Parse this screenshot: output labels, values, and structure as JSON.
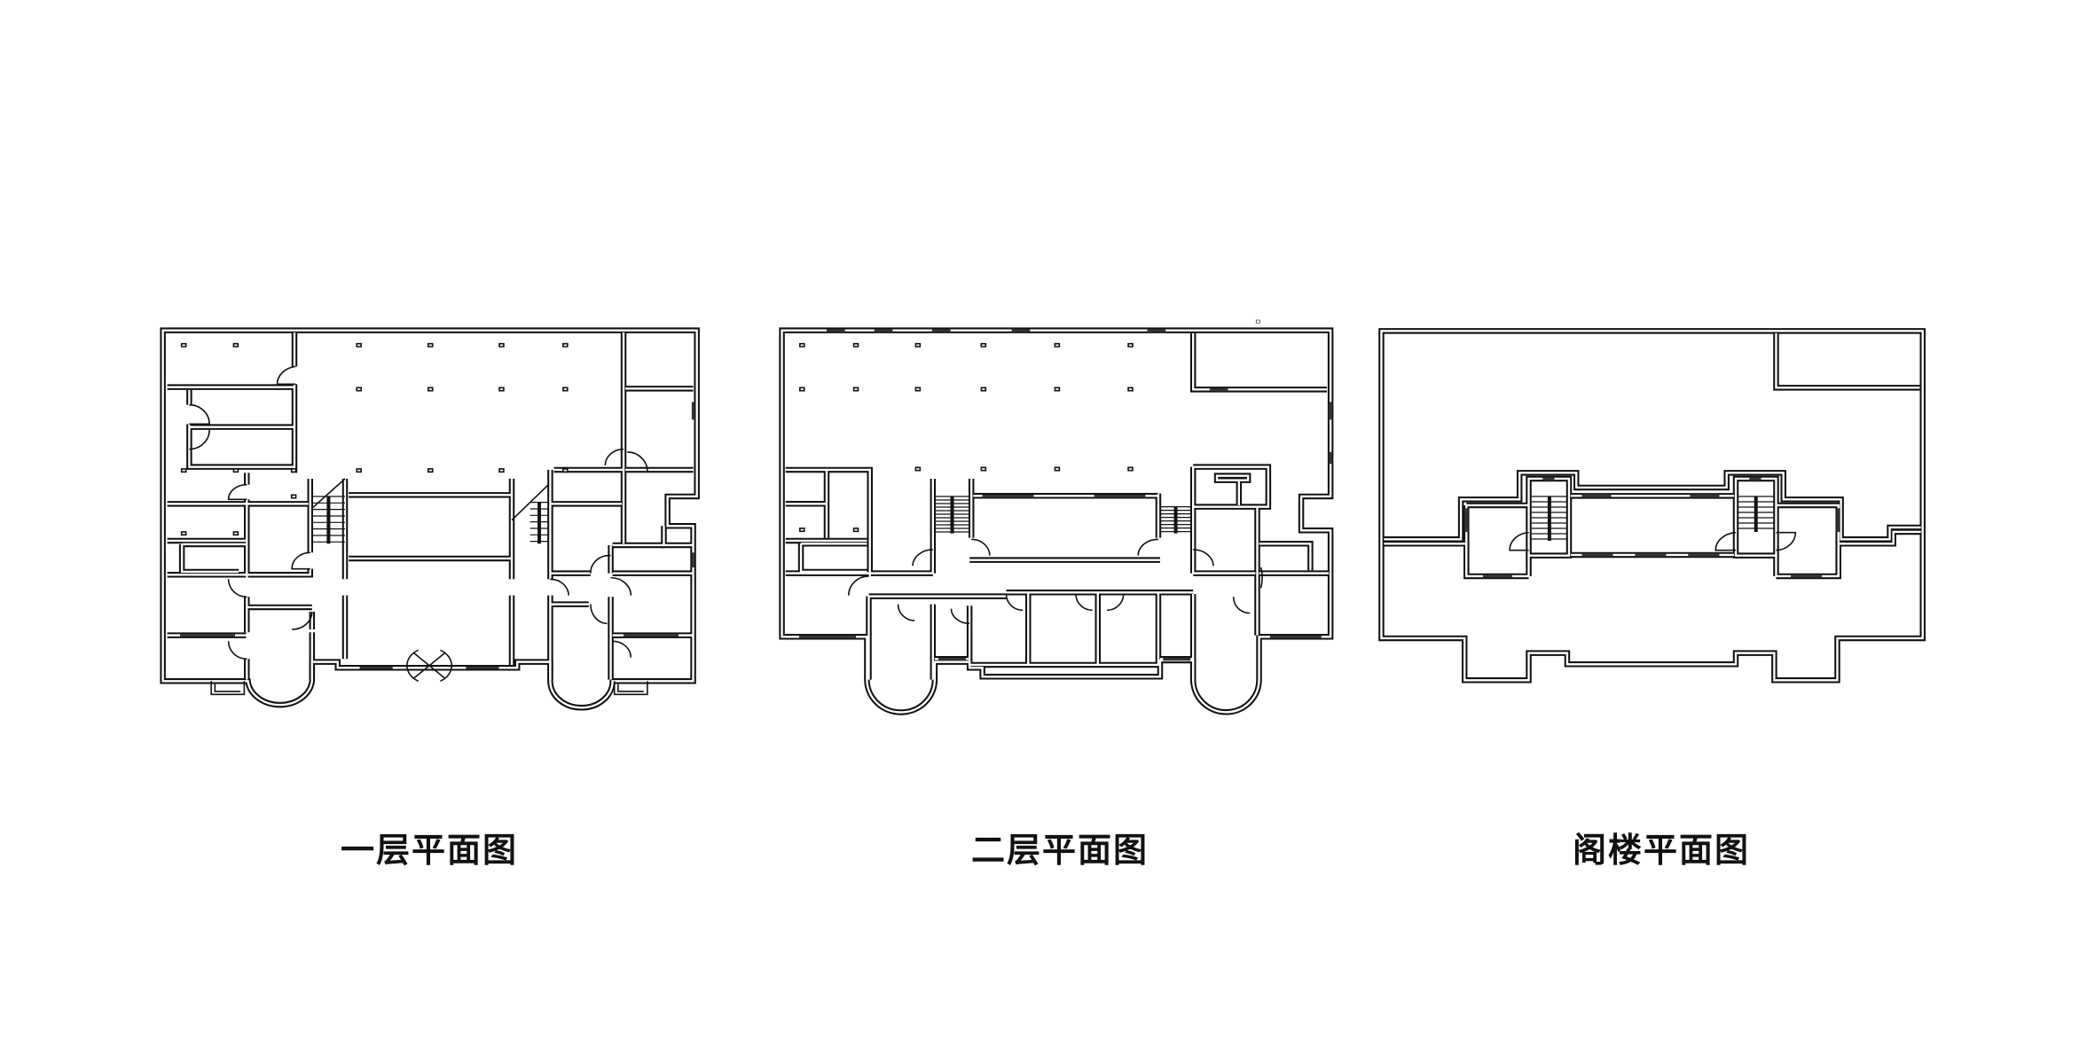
{
  "drawings": [
    {
      "id": "ground-floor",
      "title": "一层平面图"
    },
    {
      "id": "second-floor",
      "title": "二层平面图"
    },
    {
      "id": "attic",
      "title": "阁楼平面图"
    }
  ],
  "colors": {
    "line": "#111111",
    "background": "#ffffff",
    "window": "#333333"
  }
}
